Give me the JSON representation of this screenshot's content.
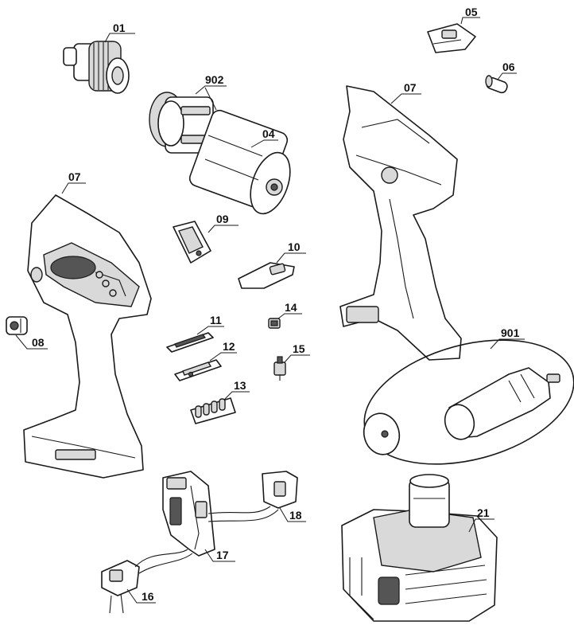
{
  "callouts": {
    "p01": "01",
    "p04": "04",
    "p05": "05",
    "p06": "06",
    "p07a": "07",
    "p07b": "07",
    "p08": "08",
    "p09": "09",
    "p10": "10",
    "p11": "11",
    "p12": "12",
    "p13": "13",
    "p14": "14",
    "p15": "15",
    "p16": "16",
    "p17": "17",
    "p18": "18",
    "p21": "21",
    "p901": "901",
    "p902": "902"
  }
}
